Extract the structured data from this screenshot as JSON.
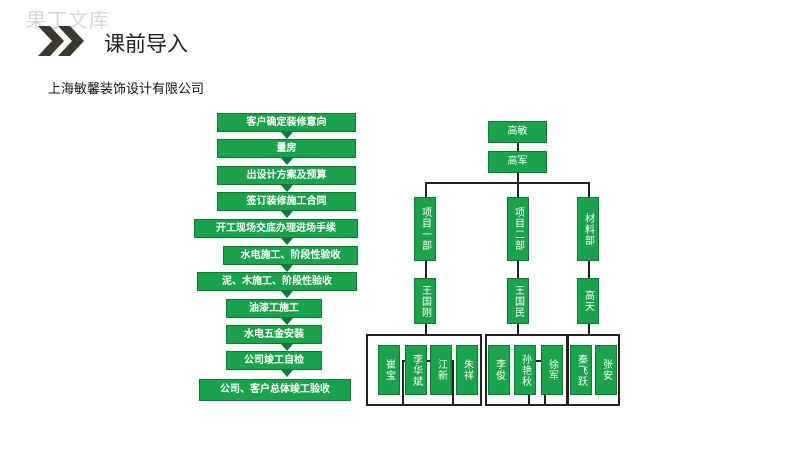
{
  "watermark": "果丁文库",
  "header": {
    "title": "课前导入"
  },
  "company": "上海敏馨装饰设计有限公司",
  "flow": {
    "steps": [
      "客户确定装修意向",
      "量房",
      "出设计方案及预算",
      "签订装修施工合同",
      "开工现场交底办理进场手续",
      "水电施工、阶段性验收",
      "泥、木施工、阶段性验收",
      "油漆工施工",
      "水电五金安装",
      "公司竣工自检",
      "公司、客户总体竣工验收"
    ]
  },
  "org": {
    "top": "高敏",
    "second": "高军",
    "departments": [
      "项目一部",
      "项目二部",
      "材料部"
    ],
    "managers": [
      "王国刚",
      "王国民",
      "高天"
    ],
    "staff": [
      "崔宝",
      "李华斌",
      "江新",
      "朱祥",
      "李俊",
      "孙艳秋",
      "徐军",
      "秦飞跃",
      "张安"
    ]
  },
  "colors": {
    "box_green": "#1aa34a",
    "box_border": "#0f7a35",
    "line": "#222222",
    "chevron": "#3b3a2a"
  }
}
